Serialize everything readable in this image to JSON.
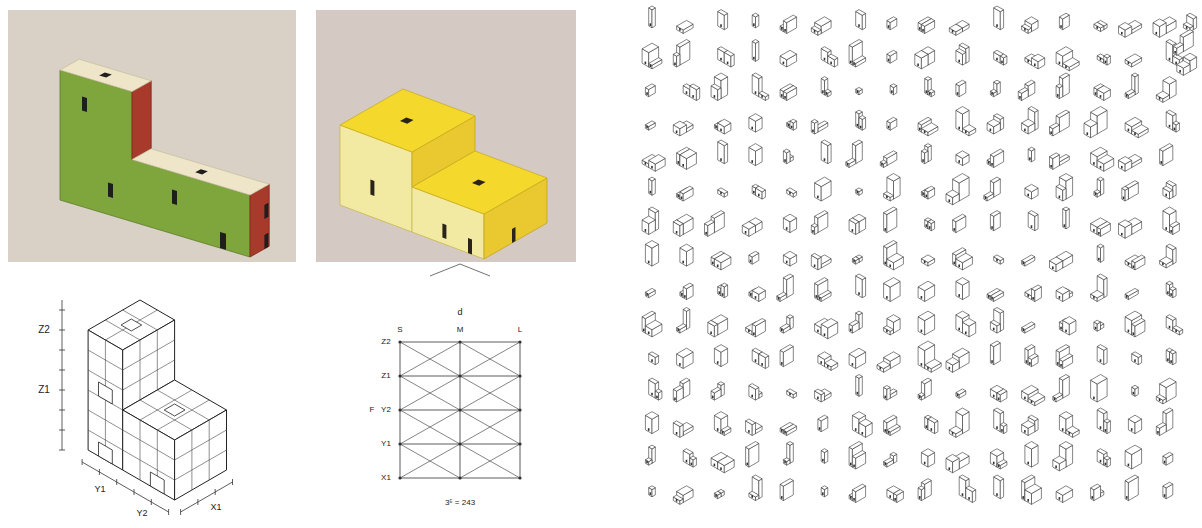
{
  "diagram": {
    "labels": [
      "Z2",
      "Z1",
      "Y1",
      "Y2",
      "X1",
      "d",
      "S",
      "M",
      "L",
      "Z2",
      "Z1",
      "F",
      "Y2",
      "Y1",
      "X1",
      "3⁵ = 243"
    ]
  }
}
